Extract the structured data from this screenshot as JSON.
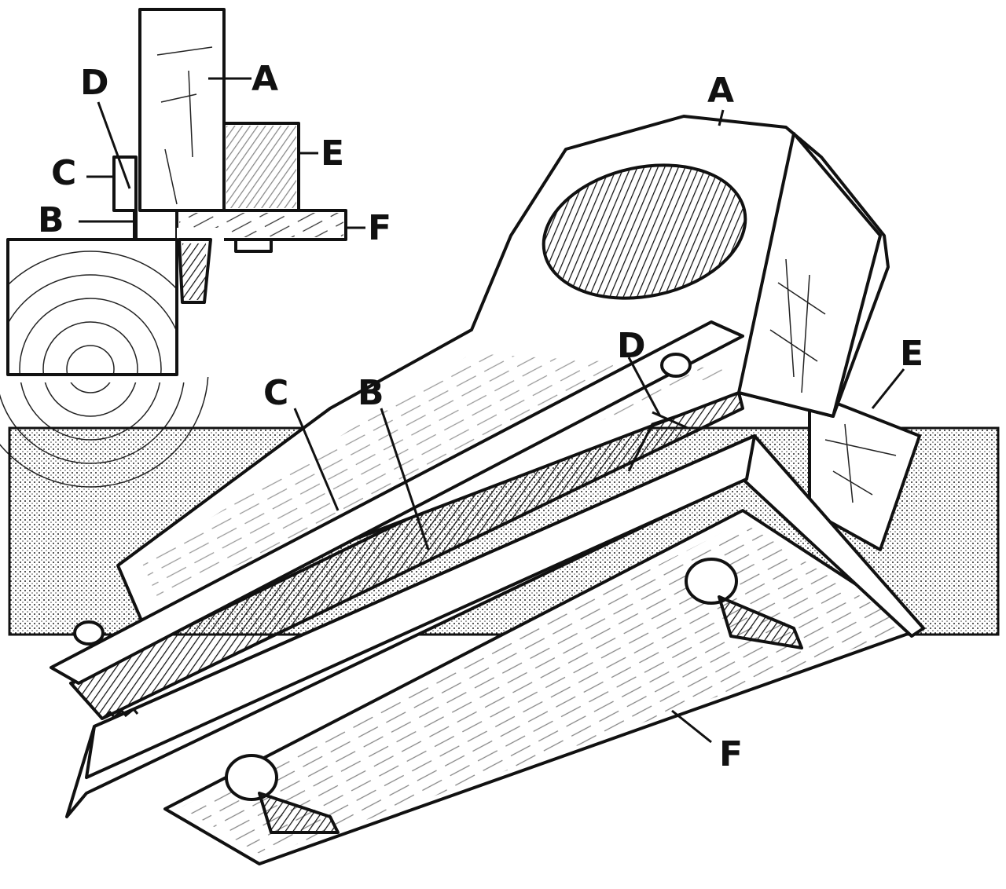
{
  "figure": {
    "inset_labels": {
      "a": "A",
      "b": "B",
      "c": "C",
      "d": "D",
      "e": "E",
      "f": "F"
    },
    "main_labels": {
      "a": "A",
      "b": "B",
      "c": "C",
      "d": "D",
      "e": "E",
      "f": "F"
    },
    "colors": {
      "ink": "#111111",
      "paper": "#ffffff"
    }
  }
}
